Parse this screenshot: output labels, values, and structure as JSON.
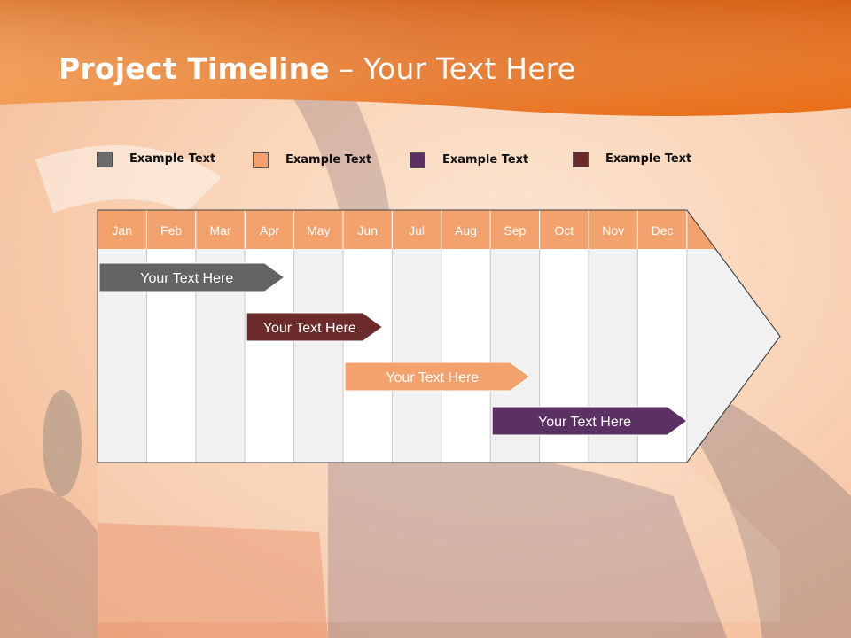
{
  "title": {
    "bold": "Project Timeline",
    "rest": " – Your Text Here"
  },
  "legend": [
    {
      "label": "Example Text",
      "color": "#6b6b6b"
    },
    {
      "label": "Example Text",
      "color": "#f4a26d"
    },
    {
      "label": "Example Text",
      "color": "#5b3163"
    },
    {
      "label": "Example Text",
      "color": "#6b2b2b"
    }
  ],
  "chart_data": {
    "type": "gantt",
    "months": [
      "Jan",
      "Feb",
      "Mar",
      "Apr",
      "May",
      "Jun",
      "Jul",
      "Aug",
      "Sep",
      "Oct",
      "Nov",
      "Dec"
    ],
    "bars": [
      {
        "label": "Your  Text Here",
        "start": 0,
        "end": 3.8,
        "color": "#636363"
      },
      {
        "label": "Your  Text Here",
        "start": 3,
        "end": 5.8,
        "color": "#6b2b2b"
      },
      {
        "label": "Your  Text Here",
        "start": 5,
        "end": 8.8,
        "color": "#f4a26d"
      },
      {
        "label": "Your  Text Here",
        "start": 8,
        "end": 12,
        "color": "#5b3163"
      }
    ]
  },
  "colors": {
    "header": "#ef7a23",
    "month_header": "#f4a26d"
  }
}
